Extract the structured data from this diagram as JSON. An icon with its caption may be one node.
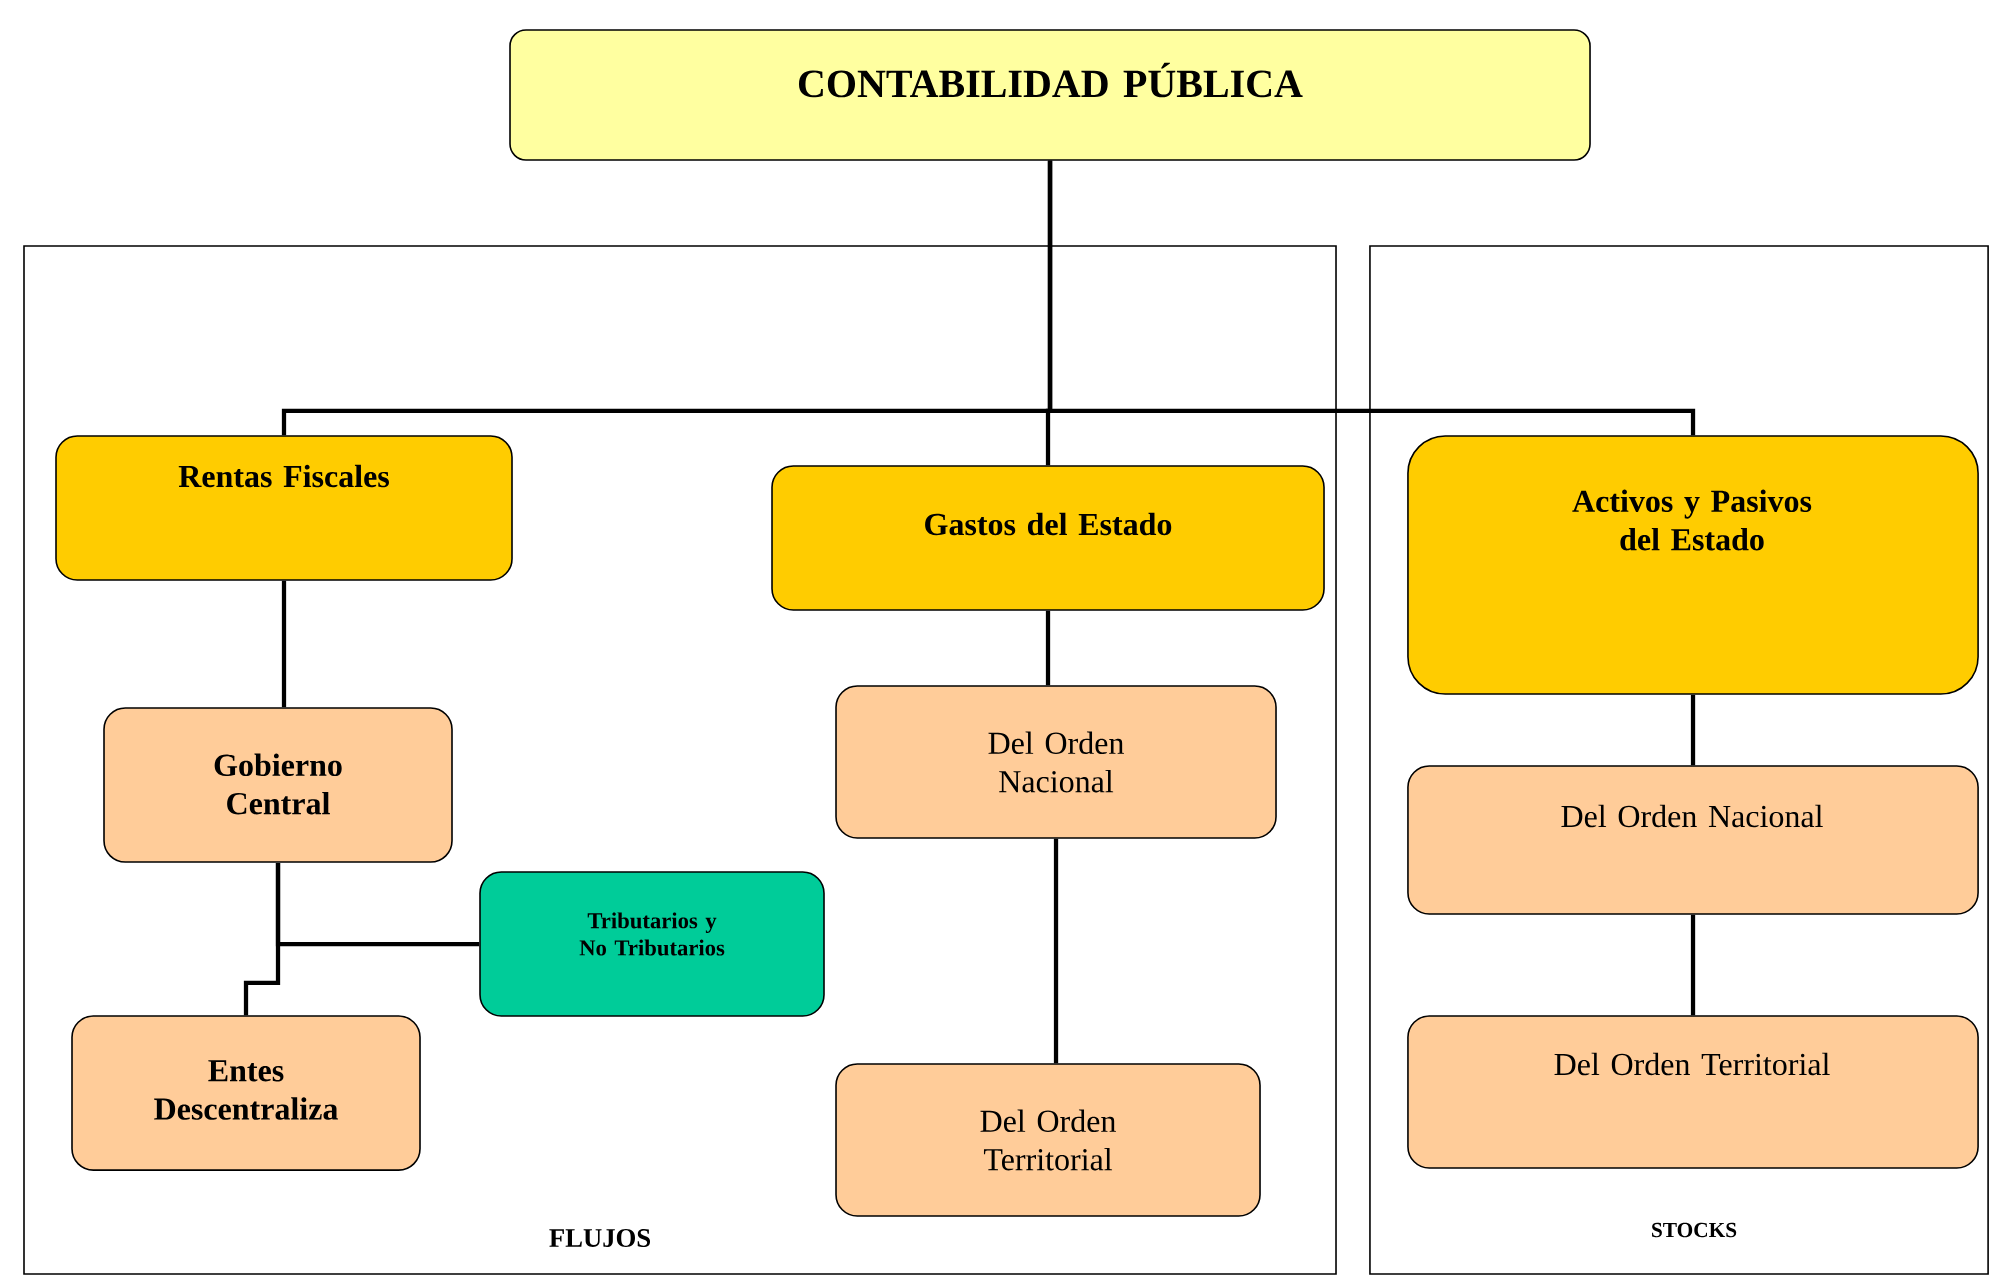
{
  "diagram": {
    "nodes": [
      {
        "text": [
          "CONTABILIDAD PÚBLICA"
        ]
      },
      {
        "text": [
          "FLUJOS"
        ]
      },
      {
        "text": [
          "Rentas  Fiscales"
        ],
        "in": 1
      },
      {
        "text": [
          "Gastos del Estado"
        ],
        "in": 1
      },
      {
        "text": [
          "Gobierno Central"
        ],
        "in": 1
      },
      {
        "text": [
          "Tributarios y No Tributarios"
        ],
        "in": 1
      },
      {
        "text": [
          "Entes Descentraliza"
        ],
        "in": 1
      },
      {
        "text": [
          "Del Orden Nacional"
        ],
        "in": 1
      },
      {
        "text": [
          "Del Orden Territorial"
        ],
        "in": 1
      },
      {
        "text": [
          "STOCKS"
        ]
      },
      {
        "text": [
          "Activos y Pasivos del Estado"
        ],
        "in": 9
      },
      {
        "text": [
          "Del Orden Nacional"
        ],
        "in": 9
      },
      {
        "text": [
          "Del Orden Territorial"
        ],
        "in": 9
      }
    ],
    "edges": [
      {
        "from": 0,
        "to": 2,
        "arrow": "none"
      },
      {
        "from": 0,
        "to": 3,
        "arrow": "none"
      },
      {
        "from": 0,
        "to": 10,
        "arrow": "none"
      },
      {
        "from": 2,
        "to": 4,
        "arrow": "none"
      },
      {
        "from": 4,
        "to": 5,
        "arrow": "none"
      },
      {
        "from": 4,
        "to": 6,
        "arrow": "none"
      },
      {
        "from": 3,
        "to": 7,
        "arrow": "none"
      },
      {
        "from": 7,
        "to": 8,
        "arrow": "none"
      },
      {
        "from": 10,
        "to": 11,
        "arrow": "none"
      },
      {
        "from": 11,
        "to": 12,
        "arrow": "none"
      }
    ]
  }
}
